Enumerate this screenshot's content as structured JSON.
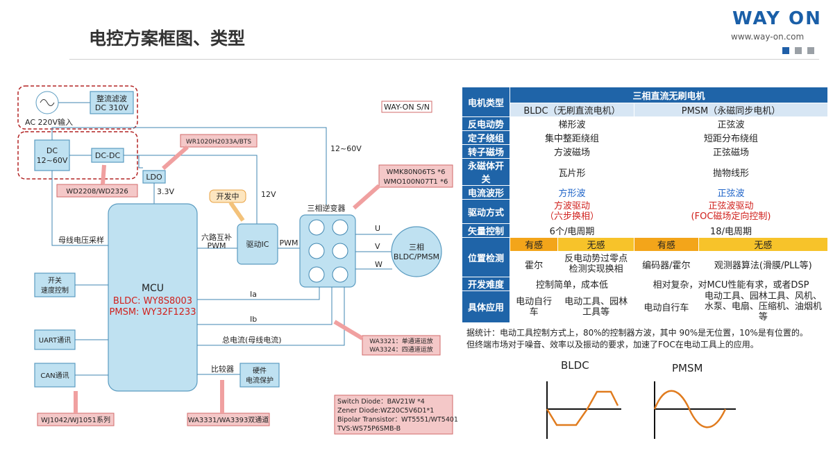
{
  "header": {
    "title": "电控方案框图、类型",
    "logo": "WAY ON",
    "logo_url": "www.way-on.com",
    "square_colors": [
      "#1f5fa8",
      "#9aa0a6",
      "#9aa0a6"
    ]
  },
  "diagram": {
    "ac_input": "AC 220V输入",
    "rectifier": [
      "整流滤波",
      "DC 310V"
    ],
    "dc_block": [
      "DC",
      "12~60V"
    ],
    "dcdc": "DC-DC",
    "ldo": "LDO",
    "v33": "3.3V",
    "v12": "12V",
    "v12_60": "12~60V",
    "wayon_sn": "WAY-ON S/N",
    "wr_label": "WR1020H2033A/BTS",
    "wd_label": "WD2208/WD2326",
    "dev_label": "开发中",
    "mos_label": [
      "WMK80N06TS *6",
      "WMO100N07T1 *6"
    ],
    "inverter_title": "三相逆变器",
    "six_pwm": [
      "六路互补",
      "PWM"
    ],
    "pwm": "PWM",
    "driver_ic": "驱动IC",
    "motor": [
      "三相",
      "BLDC/PMSM"
    ],
    "phase_u": "U",
    "phase_v": "V",
    "phase_w": "W",
    "mcu": "MCU",
    "mcu_bldc": "BLDC:  WY8S8003",
    "mcu_pmsm": "PMSM:  WY32F1233",
    "bus_sample": "母线电压采样",
    "switch_block": [
      "开关",
      "速度控制"
    ],
    "uart": "UART通讯",
    "can": "CAN通讯",
    "ia": "Ia",
    "ib": "Ib",
    "bus_current": "总电流(母线电流)",
    "wa_amp": [
      "WA3321：单通道运放",
      "WA3324：四通道运放"
    ],
    "comparator": "比较器",
    "hw_protect": [
      "硬件",
      "电流保护"
    ],
    "wj_label": "WJ1042/WJ1051系列",
    "wa_dual": "WA3331/WA3393双通道",
    "parts": [
      "Switch Diode：BAV21W *4",
      "Zener Diode:WZ20C5V6D1*1",
      "Bipolar Transistor：WT5551/WT5401",
      "TVS:WS75P6SMB-B"
    ]
  },
  "table": {
    "type_head": "电机类型",
    "group": "三相直流无刷电机",
    "bldc": "BLDC（无刷直流电机）",
    "pmsm": "PMSM（永磁同步电机）",
    "rows": [
      {
        "label": "反电动势",
        "bldc": "梯形波",
        "pmsm": "正弦波"
      },
      {
        "label": "定子绕组",
        "bldc": "集中整距绕组",
        "pmsm": "短距分布绕组"
      },
      {
        "label": "转子磁场",
        "bldc": "方波磁场",
        "pmsm": "正弦磁场"
      },
      {
        "label": "永磁体开关",
        "bldc": "瓦片形",
        "pmsm": "抛物线形"
      },
      {
        "label": "电流波形",
        "bldc": "方形波",
        "pmsm": "正弦波"
      },
      {
        "label": "驱动方式",
        "bldc": "方波驱动\n（六步换相）",
        "pmsm": "正弦波驱动\n(FOC磁场定向控制)"
      },
      {
        "label": "矢量控制",
        "bldc": "6个/电周期",
        "pmsm": "18/电周期"
      }
    ],
    "pos_label": "位置检测",
    "sensed": "有感",
    "sensorless": "无感",
    "pos_bldc_sensed": "霍尔",
    "pos_bldc_sensorless": "反电动势过零点检测实现换相",
    "pos_pmsm_sensed": "编码器/霍尔",
    "pos_pmsm_sensorless": "观测器算法(滑膜/PLL等)",
    "diff_label": "开发难度",
    "diff_bldc": "控制简单，成本低",
    "diff_pmsm": "相对复杂，对MCU性能有求，或者DSP",
    "app_label": "具体应用",
    "app_bldc_sensed": "电动自行车",
    "app_bldc_sensorless": "电动工具、园林工具等",
    "app_pmsm_sensed": "电动自行车",
    "app_pmsm_sensorless": "电动工具、园林工具、风机、水泵、电扇、压缩机、油烟机等"
  },
  "note": "据统计：电动工具控制方式上，80%的控制器方波，其中 90%是无位置，10%是有位置的。但终端市场对于噪音、效率以及振动的要求，加速了FOC在电动工具上的应用。",
  "waves": {
    "bldc": "BLDC",
    "pmsm": "PMSM",
    "color": "#e07b1e"
  }
}
